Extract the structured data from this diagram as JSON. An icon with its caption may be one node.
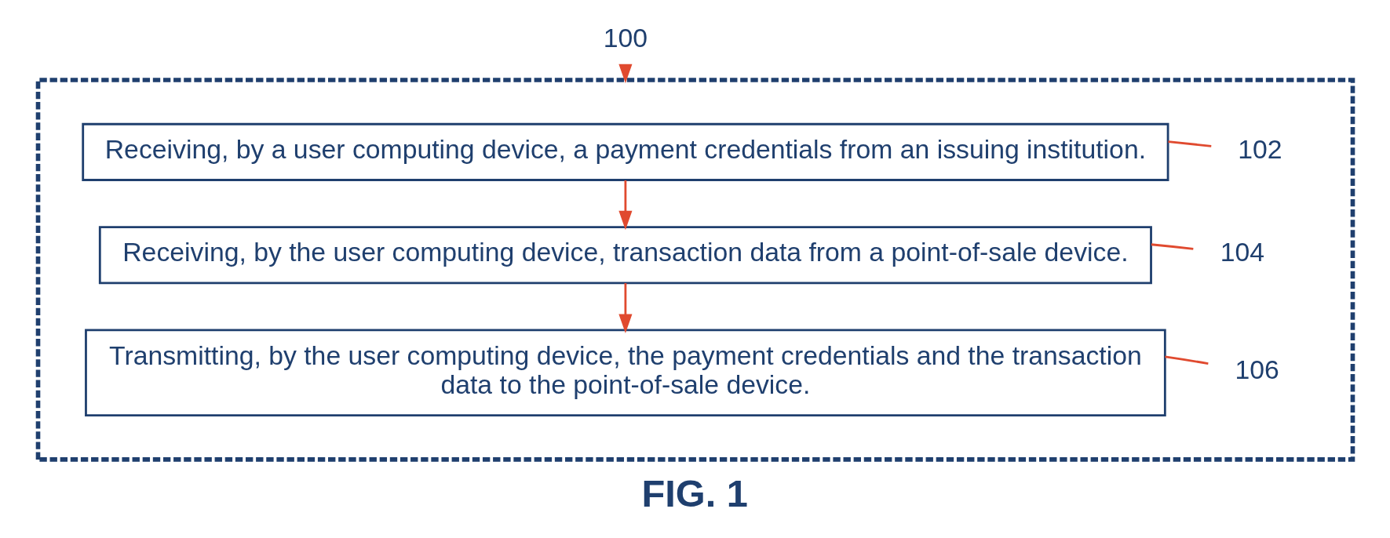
{
  "diagram": {
    "caption": "FIG. 1",
    "nodes": [
      {
        "text": [],
        "shape": "box"
      },
      {
        "text": [
          "100"
        ]
      },
      {
        "text": [
          "Receiving, by a user computing device, a payment credentials from an issuing institution."
        ],
        "in": 0
      },
      {
        "text": [
          "Receiving, by the user computing device, transaction data from a point-of-sale device."
        ],
        "in": 0
      },
      {
        "text": [
          "Transmitting, by the user computing device, the payment credentials and the transaction data to the point-of-sale device."
        ],
        "in": 0
      },
      {
        "text": [
          "102"
        ],
        "in": 0
      },
      {
        "text": [
          "104"
        ],
        "in": 0
      },
      {
        "text": [
          "106"
        ],
        "in": 0
      }
    ],
    "edges": [
      {
        "from": 1,
        "to": 0,
        "arrow": "to"
      },
      {
        "from": 2,
        "to": 3,
        "arrow": "to"
      },
      {
        "from": 3,
        "to": 4,
        "arrow": "to"
      },
      {
        "from": 5,
        "to": 2,
        "arrow": "none"
      },
      {
        "from": 6,
        "to": 3,
        "arrow": "none"
      },
      {
        "from": 7,
        "to": 4,
        "arrow": "none"
      }
    ]
  }
}
